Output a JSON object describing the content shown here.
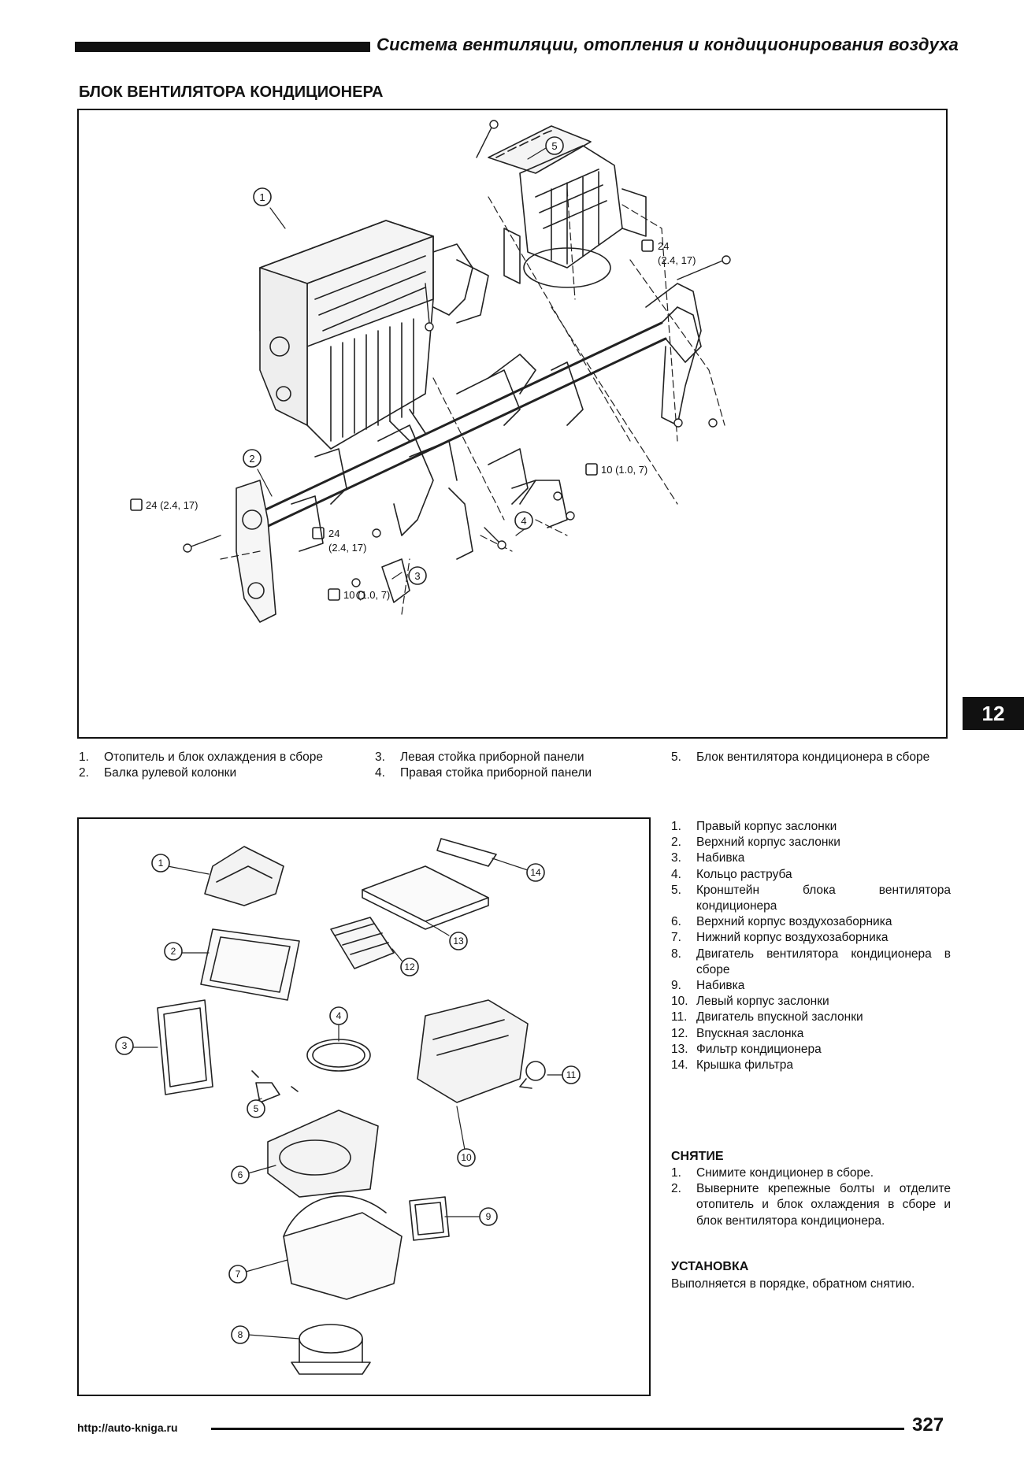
{
  "header": {
    "title": "Система вентиляции, отопления и кондиционирования воздуха",
    "section_title": "БЛОК ВЕНТИЛЯТОРА КОНДИЦИОНЕРА"
  },
  "side_tab": "12",
  "figure1": {
    "callouts": [
      "1",
      "2",
      "3",
      "4",
      "5"
    ],
    "torque": {
      "t1a": "24",
      "t1b": "(2.4, 17)",
      "t2": "24 (2.4, 17)",
      "t3a": "24",
      "t3b": "(2.4, 17)",
      "t4": "10 (1.0, 7)",
      "t5": "10 (1.0, 7)"
    },
    "legend": [
      {
        "num": "1.",
        "text": "Отопитель и блок охлаждения в сборе"
      },
      {
        "num": "2.",
        "text": "Балка рулевой колонки"
      },
      {
        "num": "3.",
        "text": "Левая стойка приборной панели"
      },
      {
        "num": "4.",
        "text": "Правая стойка приборной панели"
      },
      {
        "num": "5.",
        "text": "Блок вентилятора кондиционера в сборе"
      }
    ]
  },
  "figure2": {
    "callouts": [
      "1",
      "2",
      "3",
      "4",
      "5",
      "6",
      "7",
      "8",
      "9",
      "10",
      "11",
      "12",
      "13",
      "14"
    ]
  },
  "parts_list": [
    {
      "num": "1.",
      "text": "Правый корпус заслонки"
    },
    {
      "num": "2.",
      "text": "Верхний корпус заслонки"
    },
    {
      "num": "3.",
      "text": "Набивка"
    },
    {
      "num": "4.",
      "text": "Кольцо раструба"
    },
    {
      "num": "5.",
      "text": "Кронштейн блока вентилятора кондиционера"
    },
    {
      "num": "6.",
      "text": "Верхний корпус воздухозаборника"
    },
    {
      "num": "7.",
      "text": "Нижний корпус воздухозаборника"
    },
    {
      "num": "8.",
      "text": "Двигатель вентилятора кондиционера в сборе"
    },
    {
      "num": "9.",
      "text": "Набивка"
    },
    {
      "num": "10.",
      "text": "Левый корпус заслонки"
    },
    {
      "num": "11.",
      "text": "Двигатель впускной заслонки"
    },
    {
      "num": "12.",
      "text": "Впускная заслонка"
    },
    {
      "num": "13.",
      "text": "Фильтр кондиционера"
    },
    {
      "num": "14.",
      "text": "Крышка фильтра"
    }
  ],
  "removal": {
    "heading": "СНЯТИЕ",
    "steps": [
      {
        "num": "1.",
        "text": "Снимите кондиционер в сборе."
      },
      {
        "num": "2.",
        "text": "Выверните крепежные болты и отделите отопитель и блок охлаждения в сборе и блок вентилятора кондиционера."
      }
    ]
  },
  "installation": {
    "heading": "УСТАНОВКА",
    "text": "Выполняется в порядке, обратном снятию."
  },
  "footer": {
    "url": "http://auto-kniga.ru",
    "page_number": "327"
  }
}
